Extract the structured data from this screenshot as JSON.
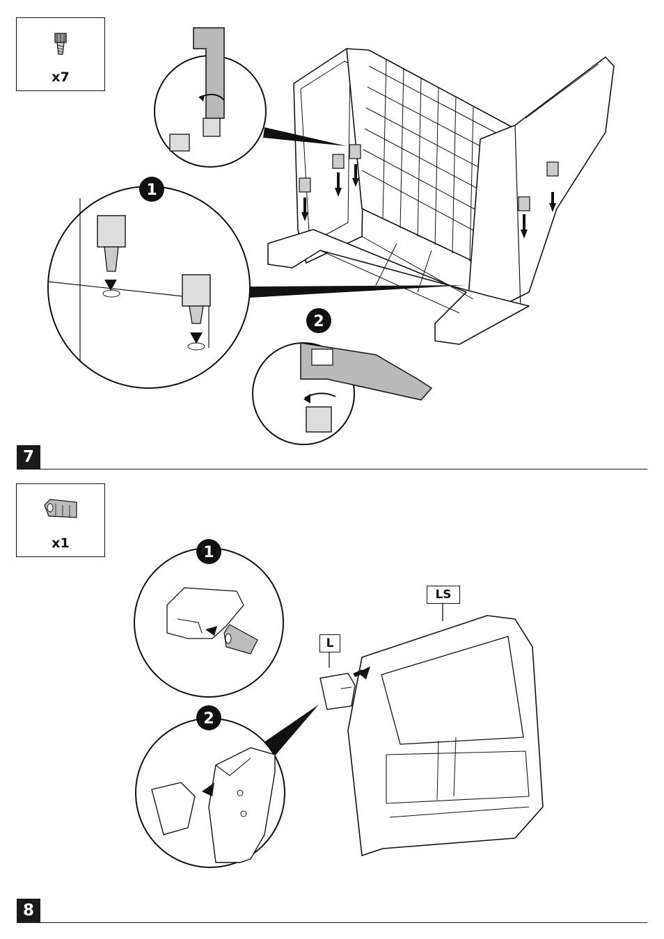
{
  "step7": {
    "number": "7",
    "parts_quantity": "x7",
    "substeps": [
      "1",
      "2"
    ]
  },
  "step8": {
    "number": "8",
    "parts_quantity": "x1",
    "substeps": [
      "1",
      "2"
    ],
    "labels": {
      "part": "L",
      "panel": "LS"
    }
  },
  "colors": {
    "ink": "#111111",
    "tool_fill": "#b9b9b9",
    "badge": "#1a1a1a"
  }
}
